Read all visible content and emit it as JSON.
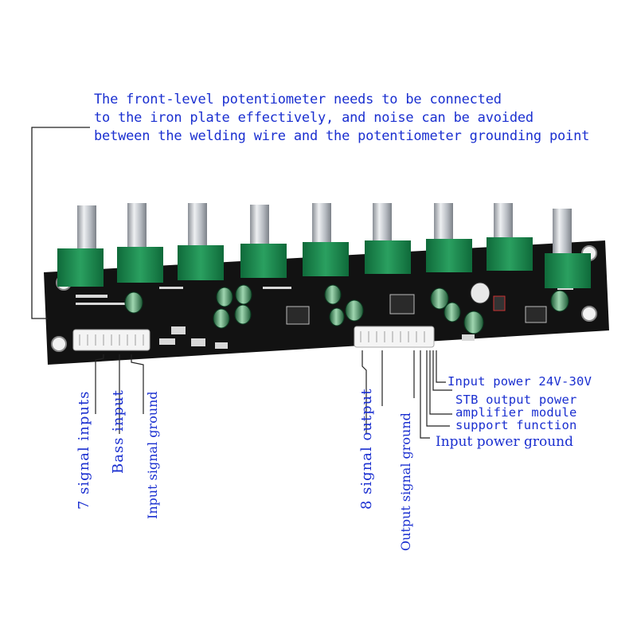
{
  "note": {
    "line1": "The front-level potentiometer needs to be connected",
    "line2": "to the iron plate effectively, and noise can be avoided",
    "line3": "between the welding wire and the potentiometer grounding point"
  },
  "left_labels": {
    "signal_inputs": "7 signal inputs",
    "bass_input": "Bass input",
    "input_signal_ground": "Input signal ground"
  },
  "middle_labels": {
    "signal_output": "8 signal output",
    "output_signal_ground": "Output signal ground"
  },
  "right_labels": {
    "input_power": "Input power 24V-30V",
    "stb_line1": "STB output power",
    "stb_line2": "amplifier module",
    "stb_line3": "support function",
    "power_ground": "Input power ground"
  },
  "colors": {
    "label_blue": "#1a2fd0",
    "pcb_black": "#111111",
    "pot_green": "#1e8a50",
    "shaft_silver": "#c8ccd0"
  }
}
